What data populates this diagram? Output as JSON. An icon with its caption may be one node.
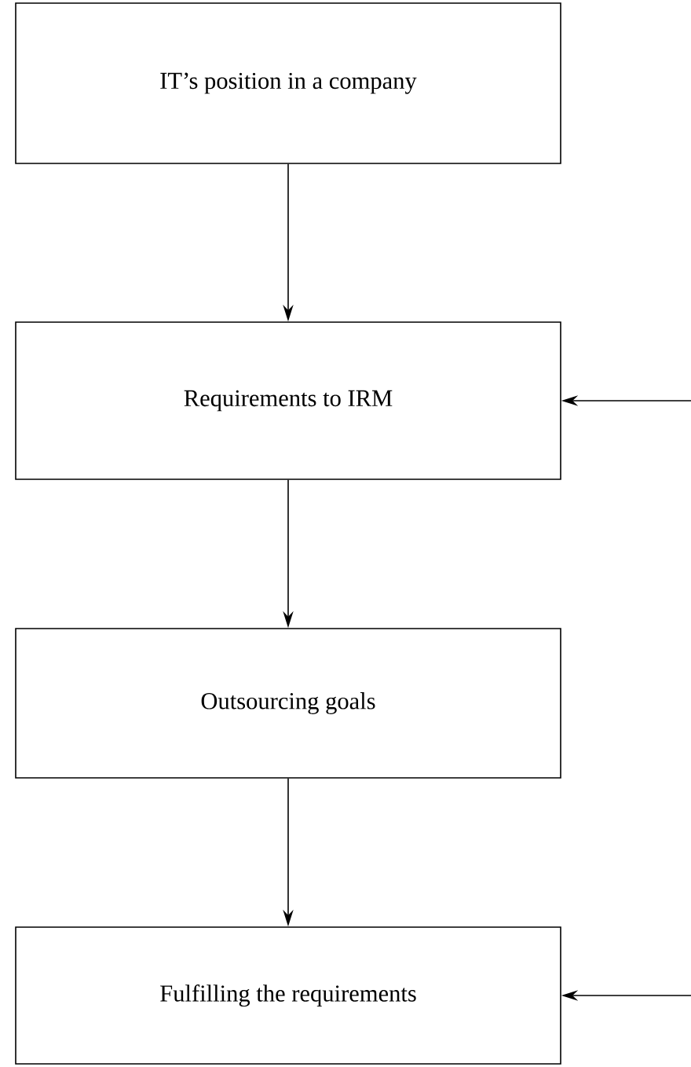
{
  "diagram": {
    "nodes": [
      {
        "text": [
          "IT’s position in a company"
        ]
      },
      {
        "text": [
          "Requirements to IRM"
        ]
      },
      {
        "text": [
          "Outsourcing goals"
        ]
      },
      {
        "text": [
          "Fulfilling the requirements"
        ]
      }
    ],
    "edges": [
      {
        "from": 0,
        "to": 1,
        "arrow": "to"
      },
      {
        "from": 1,
        "to": 2,
        "arrow": "to"
      },
      {
        "from": 2,
        "to": 3,
        "arrow": "to"
      },
      {
        "from": null,
        "to": 1,
        "arrow": "to"
      },
      {
        "from": null,
        "to": 3,
        "arrow": "to"
      }
    ]
  }
}
